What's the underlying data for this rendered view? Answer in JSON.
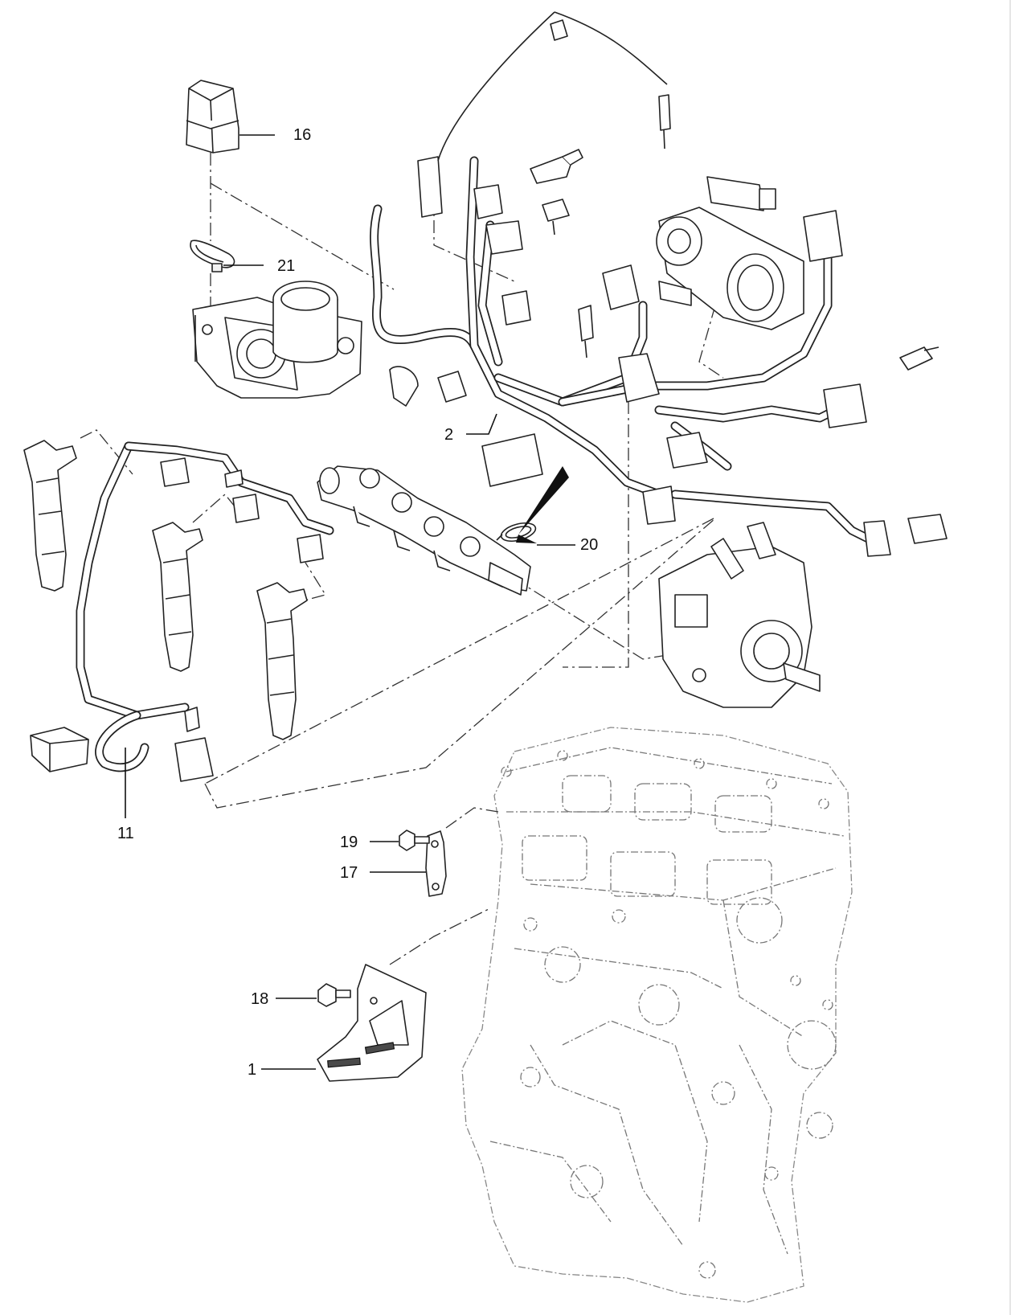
{
  "callouts": [
    {
      "id": "c16",
      "label": "16"
    },
    {
      "id": "c21",
      "label": "21"
    },
    {
      "id": "c2",
      "label": "2"
    },
    {
      "id": "c20",
      "label": "20"
    },
    {
      "id": "c11",
      "label": "11"
    },
    {
      "id": "c19",
      "label": "19"
    },
    {
      "id": "c17",
      "label": "17"
    },
    {
      "id": "c18",
      "label": "18"
    },
    {
      "id": "c1",
      "label": "1"
    }
  ],
  "parts": [
    "cover-cap",
    "cable-tie",
    "throttle-body",
    "engine-wiring-harness",
    "hose-clamp",
    "injector-wiring-harness",
    "fuel-injector",
    "fuel-rail",
    "high-pressure-fuel-pump",
    "egr-valve",
    "temperature-sensor",
    "support-bracket",
    "harness-bracket",
    "flange-bolt",
    "engine-block"
  ]
}
